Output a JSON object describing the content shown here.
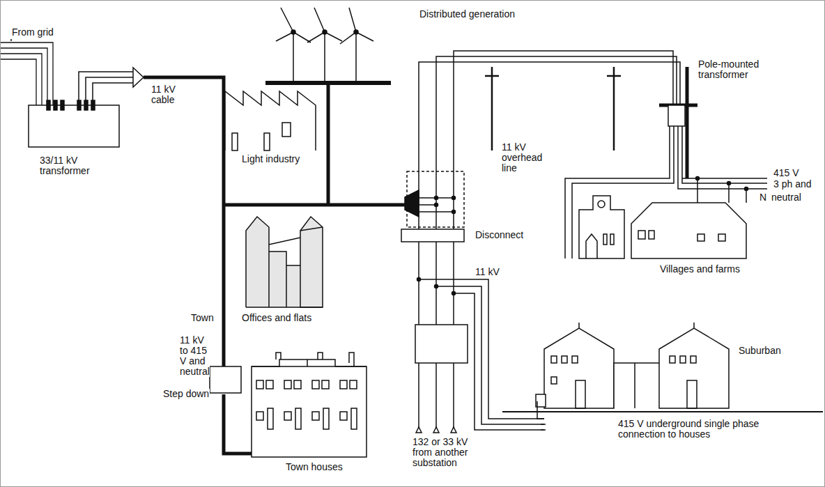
{
  "diagram": {
    "labels": [
      "Distributed generation",
      "From grid",
      "Light industry",
      "11 kV cable",
      "33/11 kV transformer",
      "11 kV overhead line",
      "Pole-mounted transformer",
      "415 V",
      "3 ph and",
      "N",
      "neutral",
      "Villages and farms",
      "Disconnect",
      "11 kV",
      "Town",
      "Offices and flats",
      "Step down",
      "11 kV to 415 V and neutral",
      "Town houses",
      "Suburban",
      "132 or 33 kV from another substation",
      "415 V underground single phase connection to houses"
    ]
  }
}
